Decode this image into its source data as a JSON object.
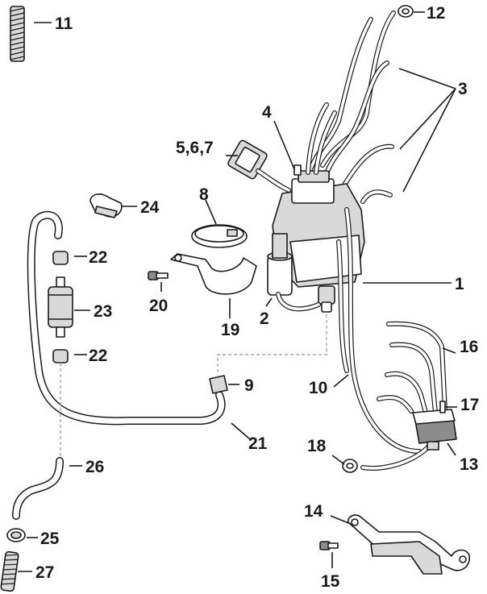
{
  "diagram": {
    "callouts": {
      "c1": "1",
      "c2": "2",
      "c3": "3",
      "c4": "4",
      "c567": "5,6,7",
      "c8": "8",
      "c9": "9",
      "c10": "10",
      "c11": "11",
      "c12": "12",
      "c13": "13",
      "c14": "14",
      "c15": "15",
      "c16": "16",
      "c17": "17",
      "c18": "18",
      "c19": "19",
      "c20": "20",
      "c21": "21",
      "c22a": "22",
      "c22b": "22",
      "c23": "23",
      "c24": "24",
      "c25": "25",
      "c26": "26",
      "c27": "27"
    }
  }
}
